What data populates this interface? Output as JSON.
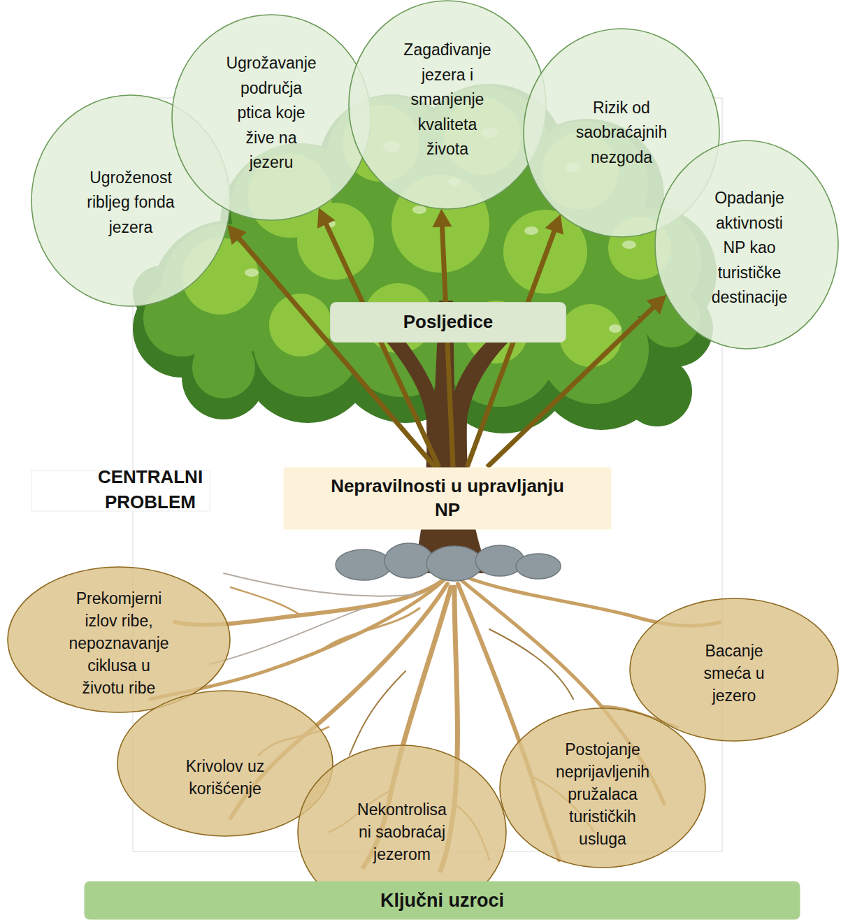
{
  "diagram": {
    "nodes": [
      {
        "text": [
          "Ugroženost ribljeg fonda jezera"
        ]
      },
      {
        "text": [
          "Ugrožavanje područja ptica koje žive na jezeru"
        ]
      },
      {
        "text": [
          "Zagađivanje jezera i smanjenje kvaliteta života"
        ]
      },
      {
        "text": [
          "Rizik od saobraćajnih nezgoda"
        ]
      },
      {
        "text": [
          "Opadanje aktivnosti NP kao turističke destinacije"
        ]
      },
      {
        "text": [
          "Posljedice"
        ]
      },
      {
        "text": [
          "Nepravilnosti u upravljanju NP"
        ]
      },
      {
        "text": [
          "Prekomjerni izlov ribe, nepoznavanje ciklusa u životu ribe"
        ]
      },
      {
        "text": [
          "Bacanje smeća u jezero"
        ]
      },
      {
        "text": [
          "Krivolov uz korišćenje"
        ]
      },
      {
        "text": [
          "Postojanje neprijavljenih pružalaca turističkih usluga"
        ]
      },
      {
        "text": [
          "Nekontrolisa ni saobraćaj jezerom"
        ]
      },
      {
        "text": [
          "Ključni uzroci"
        ]
      }
    ],
    "edges": [
      {
        "from": 6,
        "to": 0,
        "arrow": "to"
      },
      {
        "from": 6,
        "to": 1,
        "arrow": "to"
      },
      {
        "from": 6,
        "to": 2,
        "arrow": "to"
      },
      {
        "from": 6,
        "to": 3,
        "arrow": "to"
      },
      {
        "from": 6,
        "to": 4,
        "arrow": "to"
      }
    ],
    "labels": [
      "CENTRALNI PROBLEM"
    ]
  }
}
